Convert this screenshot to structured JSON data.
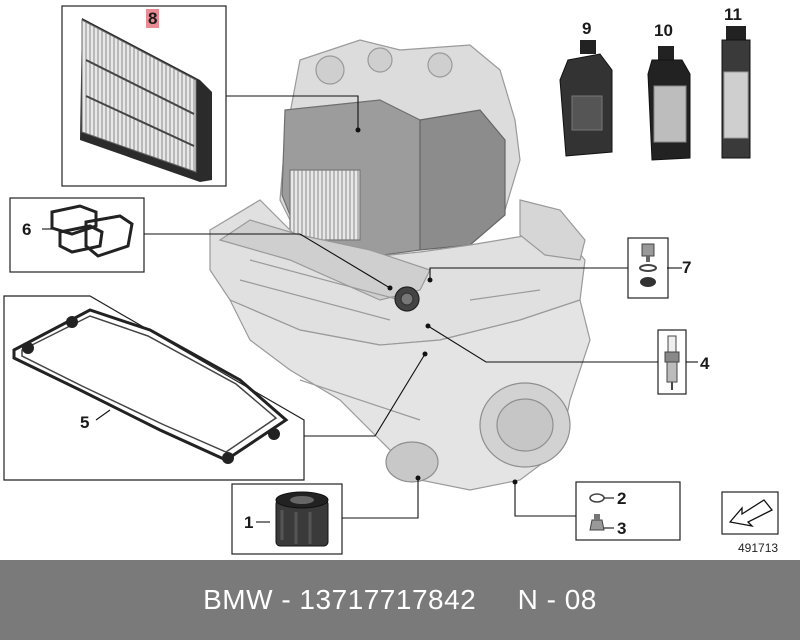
{
  "callouts": {
    "c1": "1",
    "c2": "2",
    "c3": "3",
    "c4": "4",
    "c5": "5",
    "c6": "6",
    "c7": "7",
    "c8": "8",
    "c9": "9",
    "c10": "10",
    "c11": "11"
  },
  "highlight_color": "#e98b93",
  "diagram_ref": "491713",
  "footer": {
    "text": "BMW - 13717717842     N - 08"
  }
}
